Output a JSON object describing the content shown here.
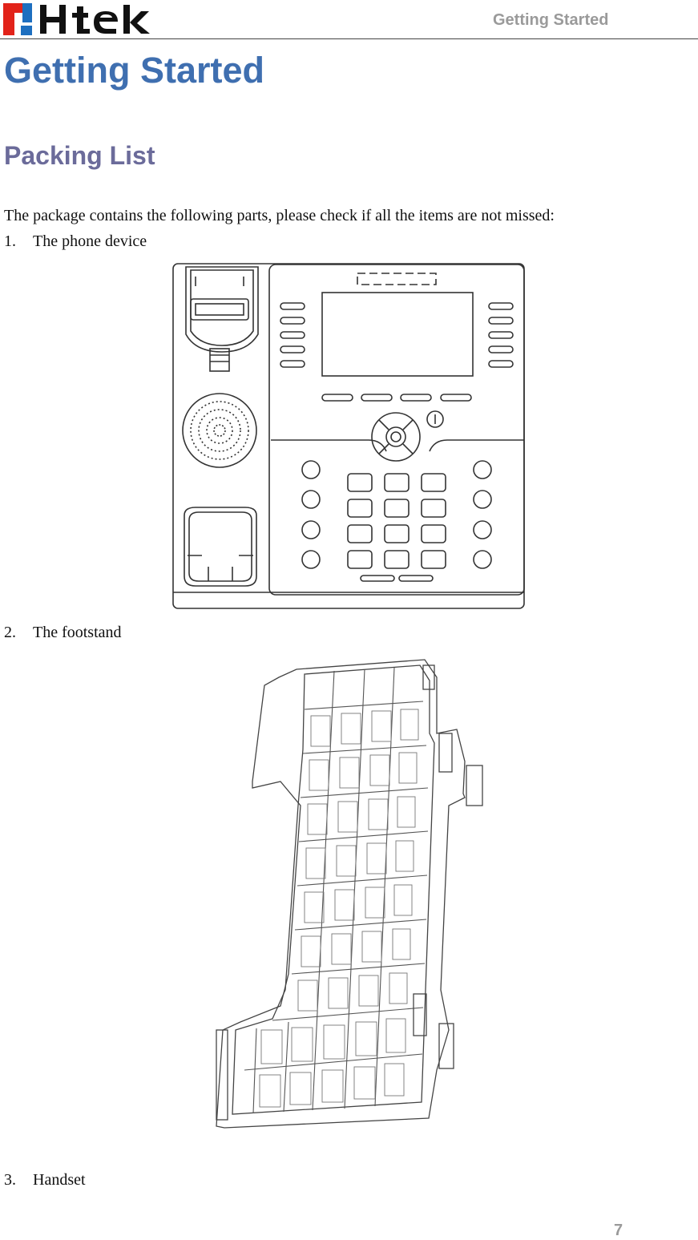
{
  "header": {
    "logo_text": "Htek",
    "running_head": "Getting Started"
  },
  "title": "Getting Started",
  "section": "Packing List",
  "intro": "The package contains the following parts, please check if all the items are not missed:",
  "items": [
    {
      "num": "1.",
      "label": "The phone device"
    },
    {
      "num": "2.",
      "label": "The footstand"
    },
    {
      "num": "3.",
      "label": "Handset"
    }
  ],
  "page_number": "7",
  "colors": {
    "title": "#3f6fb0",
    "section": "#6b6b9a",
    "logo_red": "#e2231a",
    "logo_blue": "#1d6fc0"
  }
}
